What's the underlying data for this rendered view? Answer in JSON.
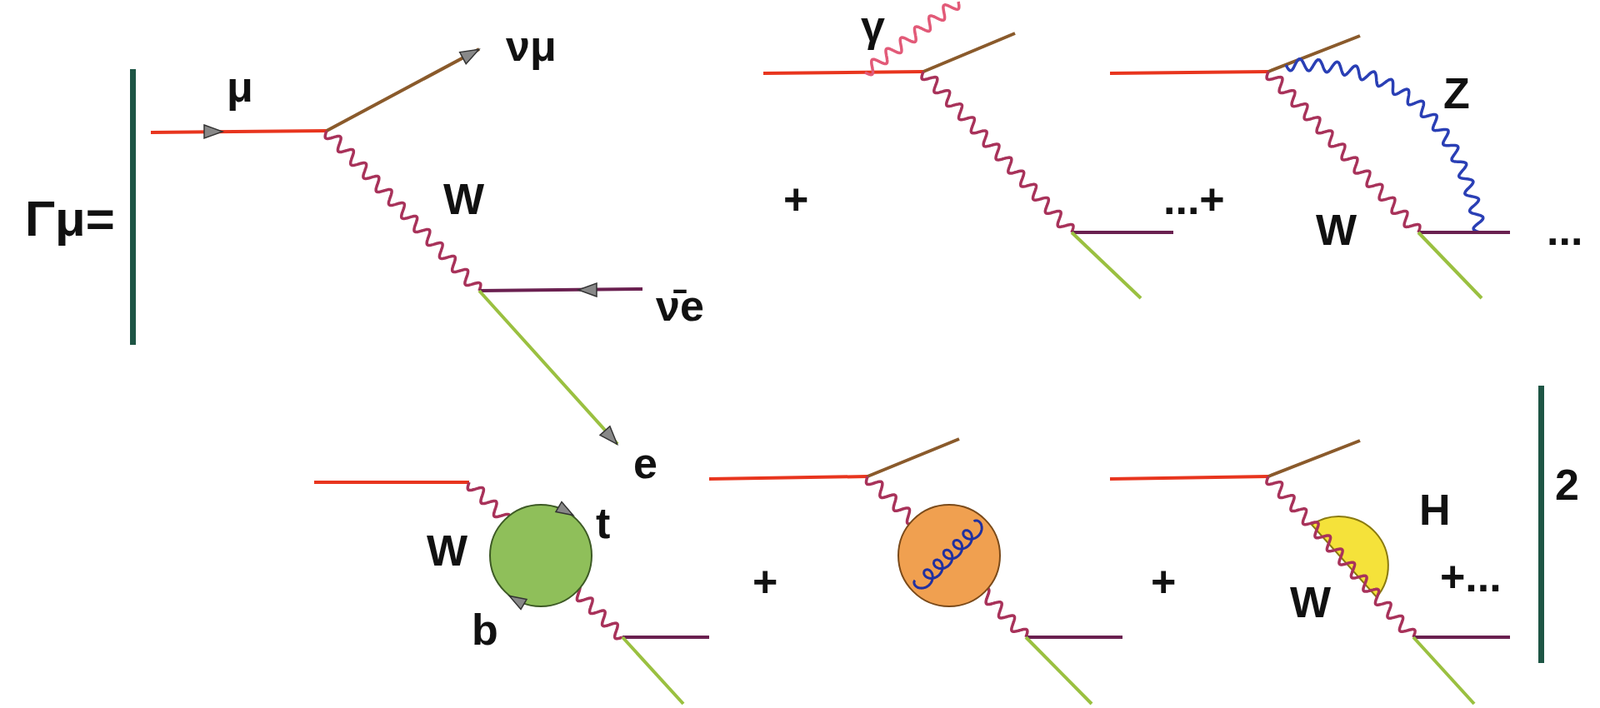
{
  "diagram": {
    "labels": [
      "Γμ=",
      "μ",
      "νμ",
      "W",
      "+",
      "γ",
      "...+",
      "Z",
      "W",
      "...",
      "ν̄e",
      "e",
      "W",
      "t",
      "b",
      "+",
      "+",
      "H",
      "W",
      "+...",
      "2"
    ]
  }
}
